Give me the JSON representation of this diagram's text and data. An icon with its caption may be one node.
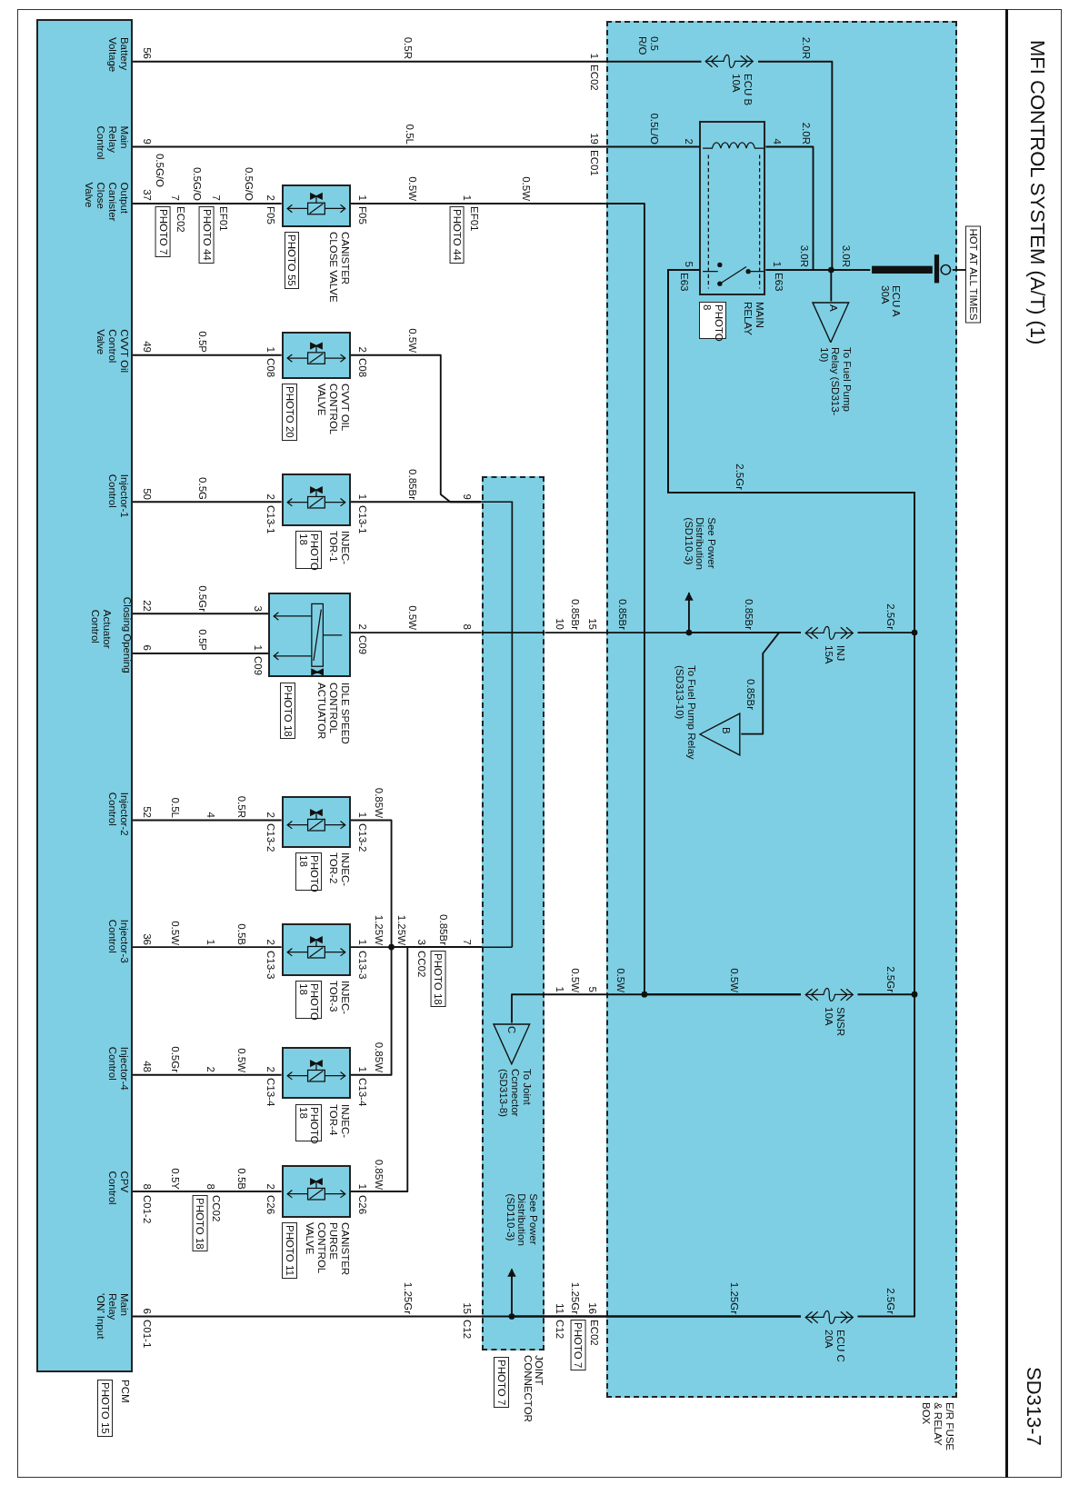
{
  "diagram": {
    "title": "MFI CONTROL SYSTEM (A/T) (1)",
    "nodes": [
      {
        "text": [
          "PCM",
          "PHOTO 15"
        ]
      },
      {
        "text": [
          "Battery Voltage"
        ],
        "in": 0
      },
      {
        "text": [
          "Main Relay Control"
        ],
        "in": 0
      },
      {
        "text": [
          "Output Canister Close Valve"
        ],
        "in": 0
      },
      {
        "text": [
          "CVVT Oil Control Valve"
        ],
        "in": 0
      },
      {
        "text": [
          "Injector-1 Control"
        ],
        "in": 0
      },
      {
        "text": [
          "Closing",
          "Opening",
          "Actuator Control"
        ],
        "in": 0
      },
      {
        "text": [
          "Injector-2 Control"
        ],
        "in": 0
      },
      {
        "text": [
          "Injector-3 Control"
        ],
        "in": 0
      },
      {
        "text": [
          "Injector-4 Control"
        ],
        "in": 0
      },
      {
        "text": [
          "CPV Control"
        ],
        "in": 0
      },
      {
        "text": [
          "Main Relay 'ON' Input"
        ],
        "in": 0
      },
      {
        "text": [
          "CANISTER CLOSE VALVE",
          "PHOTO 55"
        ]
      },
      {
        "text": [
          "CVVT OIL CONTROL VALVE",
          "PHOTO 20"
        ]
      },
      {
        "text": [
          "INJEC- TOR-1",
          "PHOTO 18"
        ]
      },
      {
        "text": [
          "IDLE SPEED CONTROL ACTUATOR",
          "PHOTO 18"
        ]
      },
      {
        "text": [
          "INJEC- TOR-2",
          "PHOTO 18"
        ]
      },
      {
        "text": [
          "INJEC- TOR-3",
          "PHOTO 18"
        ]
      },
      {
        "text": [
          "INJEC- TOR-4",
          "PHOTO 18"
        ]
      },
      {
        "text": [
          "CANISTER PURGE CONTROL VALVE",
          "PHOTO 11"
        ]
      },
      {
        "text": [
          "JOINT CONNECTOR",
          "PHOTO 7"
        ]
      },
      {
        "text": [
          "E/R FUSE & RELAY BOX"
        ]
      },
      {
        "text": [
          "HOT AT ALL TIMES"
        ]
      },
      {
        "text": [
          "ECU A 30A"
        ],
        "in": 21
      },
      {
        "text": [
          "MAIN RELAY",
          "PHOTO 8"
        ],
        "in": 21
      },
      {
        "text": [
          "ECU B 10A"
        ],
        "in": 21
      },
      {
        "text": [
          "INJ 15A"
        ],
        "in": 21
      },
      {
        "text": [
          "SNSR 10A"
        ],
        "in": 21
      },
      {
        "text": [
          "ECU C 20A"
        ],
        "in": 21
      },
      {
        "text": [
          "A",
          "To Fuel Pump Relay (SD313-10)"
        ],
        "in": 21
      },
      {
        "text": [
          "B",
          "To Fuel Pump Relay (SD313-10)"
        ],
        "in": 21
      },
      {
        "text": [
          "See Power Distribution (SD110-3)"
        ],
        "in": 21
      },
      {
        "text": [
          "C",
          "To Joint Ccnnector (SD313-8)"
        ],
        "in": 20
      },
      {
        "text": [
          "See Power Distribution (SD110-3)"
        ],
        "in": 20
      }
    ],
    "edges": [
      {
        "from": 1,
        "to": 25,
        "arrow": "none",
        "label": "0.5R"
      },
      {
        "from": 25,
        "to": 23,
        "arrow": "none",
        "label": "2.0R"
      },
      {
        "from": 24,
        "to": 23,
        "arrow": "none",
        "label": "2.0R"
      },
      {
        "from": 24,
        "to": 23,
        "arrow": "none",
        "label": "3.0R"
      },
      {
        "from": 23,
        "to": 22,
        "arrow": "none"
      },
      {
        "from": 23,
        "to": 29,
        "arrow": "none"
      },
      {
        "from": 2,
        "to": 24,
        "arrow": "none",
        "label": "0.5L"
      },
      {
        "from": 3,
        "to": 12,
        "arrow": "none",
        "label": "0.5G/O"
      },
      {
        "from": 12,
        "to": 27,
        "arrow": "none",
        "label": "0.5W"
      },
      {
        "from": 4,
        "to": 13,
        "arrow": "none",
        "label": "0.5P"
      },
      {
        "from": 13,
        "to": 20,
        "arrow": "none",
        "label": "0.5W"
      },
      {
        "from": 5,
        "to": 14,
        "arrow": "none",
        "label": "0.5G"
      },
      {
        "from": 14,
        "to": 20,
        "arrow": "none",
        "label": "0.85Br"
      },
      {
        "from": 6,
        "to": 15,
        "arrow": "none",
        "label": "0.5Gr"
      },
      {
        "from": 6,
        "to": 15,
        "arrow": "none",
        "label": "0.5P"
      },
      {
        "from": 15,
        "to": 20,
        "arrow": "none",
        "label": "0.5W"
      },
      {
        "from": 20,
        "to": 26,
        "arrow": "none",
        "label": "0.85Br"
      },
      {
        "from": 26,
        "to": 30,
        "arrow": "none",
        "label": "0.85Br"
      },
      {
        "from": 26,
        "to": 31,
        "arrow": "to"
      },
      {
        "from": 24,
        "to": 26,
        "arrow": "none",
        "label": "2.5Gr"
      },
      {
        "from": 24,
        "to": 27,
        "arrow": "none",
        "label": "2.5Gr"
      },
      {
        "from": 24,
        "to": 28,
        "arrow": "none",
        "label": "2.5Gr"
      },
      {
        "from": 27,
        "to": 32,
        "arrow": "none",
        "label": "0.5W"
      },
      {
        "from": 28,
        "to": 11,
        "arrow": "none",
        "label": "1.25Gr"
      },
      {
        "from": 28,
        "to": 33,
        "arrow": "to"
      },
      {
        "from": 7,
        "to": 16,
        "arrow": "none",
        "label": "0.5L"
      },
      {
        "from": 20,
        "to": 16,
        "arrow": "none",
        "label": "0.85W"
      },
      {
        "from": 8,
        "to": 17,
        "arrow": "none",
        "label": "0.5W"
      },
      {
        "from": 20,
        "to": 17,
        "arrow": "none",
        "label": "1.25W"
      },
      {
        "from": 9,
        "to": 18,
        "arrow": "none",
        "label": "0.5Gr"
      },
      {
        "from": 20,
        "to": 18,
        "arrow": "none",
        "label": "0.85W"
      },
      {
        "from": 10,
        "to": 19,
        "arrow": "none",
        "label": "0.5Y"
      },
      {
        "from": 20,
        "to": 19,
        "arrow": "none",
        "label": "0.85W"
      }
    ],
    "labels": [
      "56",
      "1",
      "EC02",
      "0.5 R/O",
      "9",
      "19",
      "EC01",
      "0.5L/O",
      "2",
      "4",
      "37",
      "0.5G/O",
      "7",
      "EC02",
      "PHOTO 7",
      "7",
      "EF01",
      "PHOTO 44",
      "0.5G/O",
      "2",
      "F05",
      "1",
      "F05",
      "1",
      "EF01",
      "PHOTO 44",
      "0.5W",
      "5",
      "E63",
      "1",
      "E63",
      "3.0R",
      "49",
      "1",
      "C08",
      "2",
      "C08",
      "2.5Gr",
      "50",
      "2",
      "C13-1",
      "1",
      "C13-1",
      "9",
      "22",
      "3",
      "6",
      "1",
      "C09",
      "2",
      "C09",
      "8",
      "10",
      "15",
      "0.85Br",
      "0.85Br",
      "52",
      "4",
      "0.5R",
      "2",
      "C13-2",
      "1",
      "C13-2",
      "36",
      "1",
      "0.5B",
      "2",
      "C13-3",
      "1",
      "C13-3",
      "1.25W",
      "3",
      "CC02",
      "PHOTO 18",
      "0.85Br",
      "7",
      "1",
      "0.5W",
      "5",
      "0.5W",
      "48",
      "2",
      "0.5W",
      "2",
      "C13-4",
      "1",
      "C13-4",
      "8",
      "C01-2",
      "8",
      "CC02",
      "PHOTO 18",
      "0.5B",
      "2",
      "C26",
      "1",
      "C26",
      "6",
      "C01-1",
      "1.25Gr",
      "15",
      "C12",
      "11",
      "C12",
      "1.25Gr",
      "16",
      "EC02",
      "PHOTO 7",
      "SD313-7"
    ]
  }
}
